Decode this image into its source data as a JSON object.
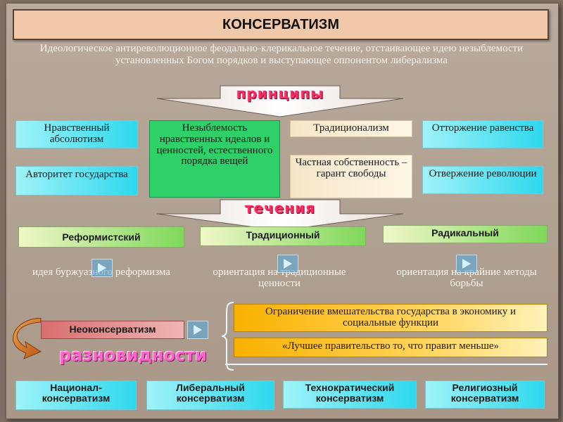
{
  "title": "КОНСЕРВАТИЗМ",
  "definition": "Идеологическое антиреволюционное феодально-клерикальное течение, отстаивающее идею незыблемости установленных Богом порядков и выступающее оппонентом либерализма",
  "principles_banner": "принципы",
  "principles": {
    "moral_absolutism": "Нравственный абсолютизм",
    "state_authority": "Авторитет государства",
    "inviolability": "Незыблемость нравственных идеалов и ценностей, естественного порядка вещей",
    "traditionalism": "Традиционализм",
    "private_property": "Частная собственность – гарант свободы",
    "rejection_equality": "Отторжение равенства",
    "rejection_revolution": "Отвержение революции"
  },
  "currents_banner": "течения",
  "currents": [
    {
      "name": "Реформистский",
      "desc": "идея буржуазного реформизма"
    },
    {
      "name": "Традиционный",
      "desc": "ориентация на традиционные ценности"
    },
    {
      "name": "Радикальный",
      "desc": "ориентация на крайние методы борьбы"
    }
  ],
  "neoconservatism": {
    "label": "Неоконсерватизм",
    "point1": "Ограничение вмешательства государства в экономику и социальные функции",
    "point2": "«Лучшее правительство то, что правит меньше»"
  },
  "varieties_banner": "разновидности",
  "varieties": [
    "Национал-консерватизм",
    "Либеральный консерватизм",
    "Технократический консерватизм",
    "Религиозный консерватизм"
  ],
  "colors": {
    "title_bg": "#f1c9a8",
    "cyan": "#2ed8ee",
    "green": "#2fcf6a",
    "gold": "#f9b100",
    "banner_text": "#ff2a66"
  },
  "icons": [
    "arrow-right-icon",
    "curved-arrow-icon",
    "banner-arrow-icon"
  ]
}
